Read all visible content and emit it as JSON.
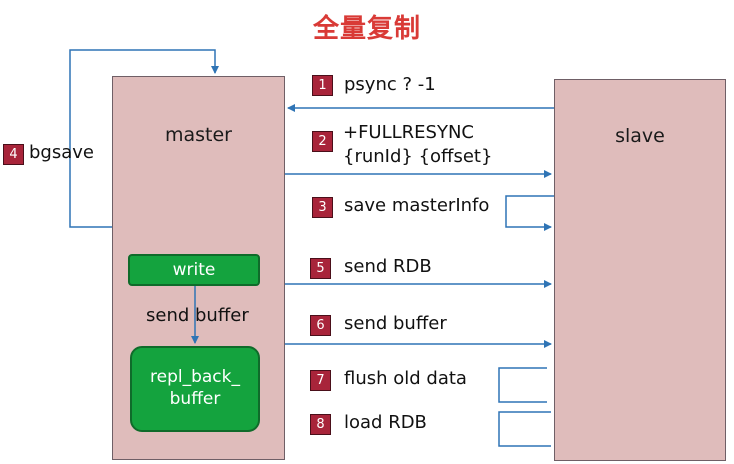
{
  "title": "全量复制",
  "master": {
    "label": "master"
  },
  "slave": {
    "label": "slave"
  },
  "bgsave": {
    "number": "4",
    "label": "bgsave"
  },
  "write_box": {
    "label": "write"
  },
  "send_buffer_internal": {
    "label": "send buffer"
  },
  "repl_buffer": {
    "line1": "repl_back_",
    "line2": "buffer"
  },
  "steps": [
    {
      "number": "1",
      "text": "psync ? -1"
    },
    {
      "number": "2",
      "line1": "+FULLRESYNC",
      "line2": "{runId} {offset}"
    },
    {
      "number": "3",
      "text": "save masterInfo"
    },
    {
      "number": "5",
      "text": "send RDB"
    },
    {
      "number": "6",
      "text": "send buffer"
    },
    {
      "number": "7",
      "text": "flush old data"
    },
    {
      "number": "8",
      "text": "load RDB"
    }
  ],
  "colors": {
    "arrow": "#2f74b5",
    "box_fill": "#dfbcbb",
    "badge": "#a8243a",
    "green": "#14a33e",
    "title": "#d93a36"
  }
}
